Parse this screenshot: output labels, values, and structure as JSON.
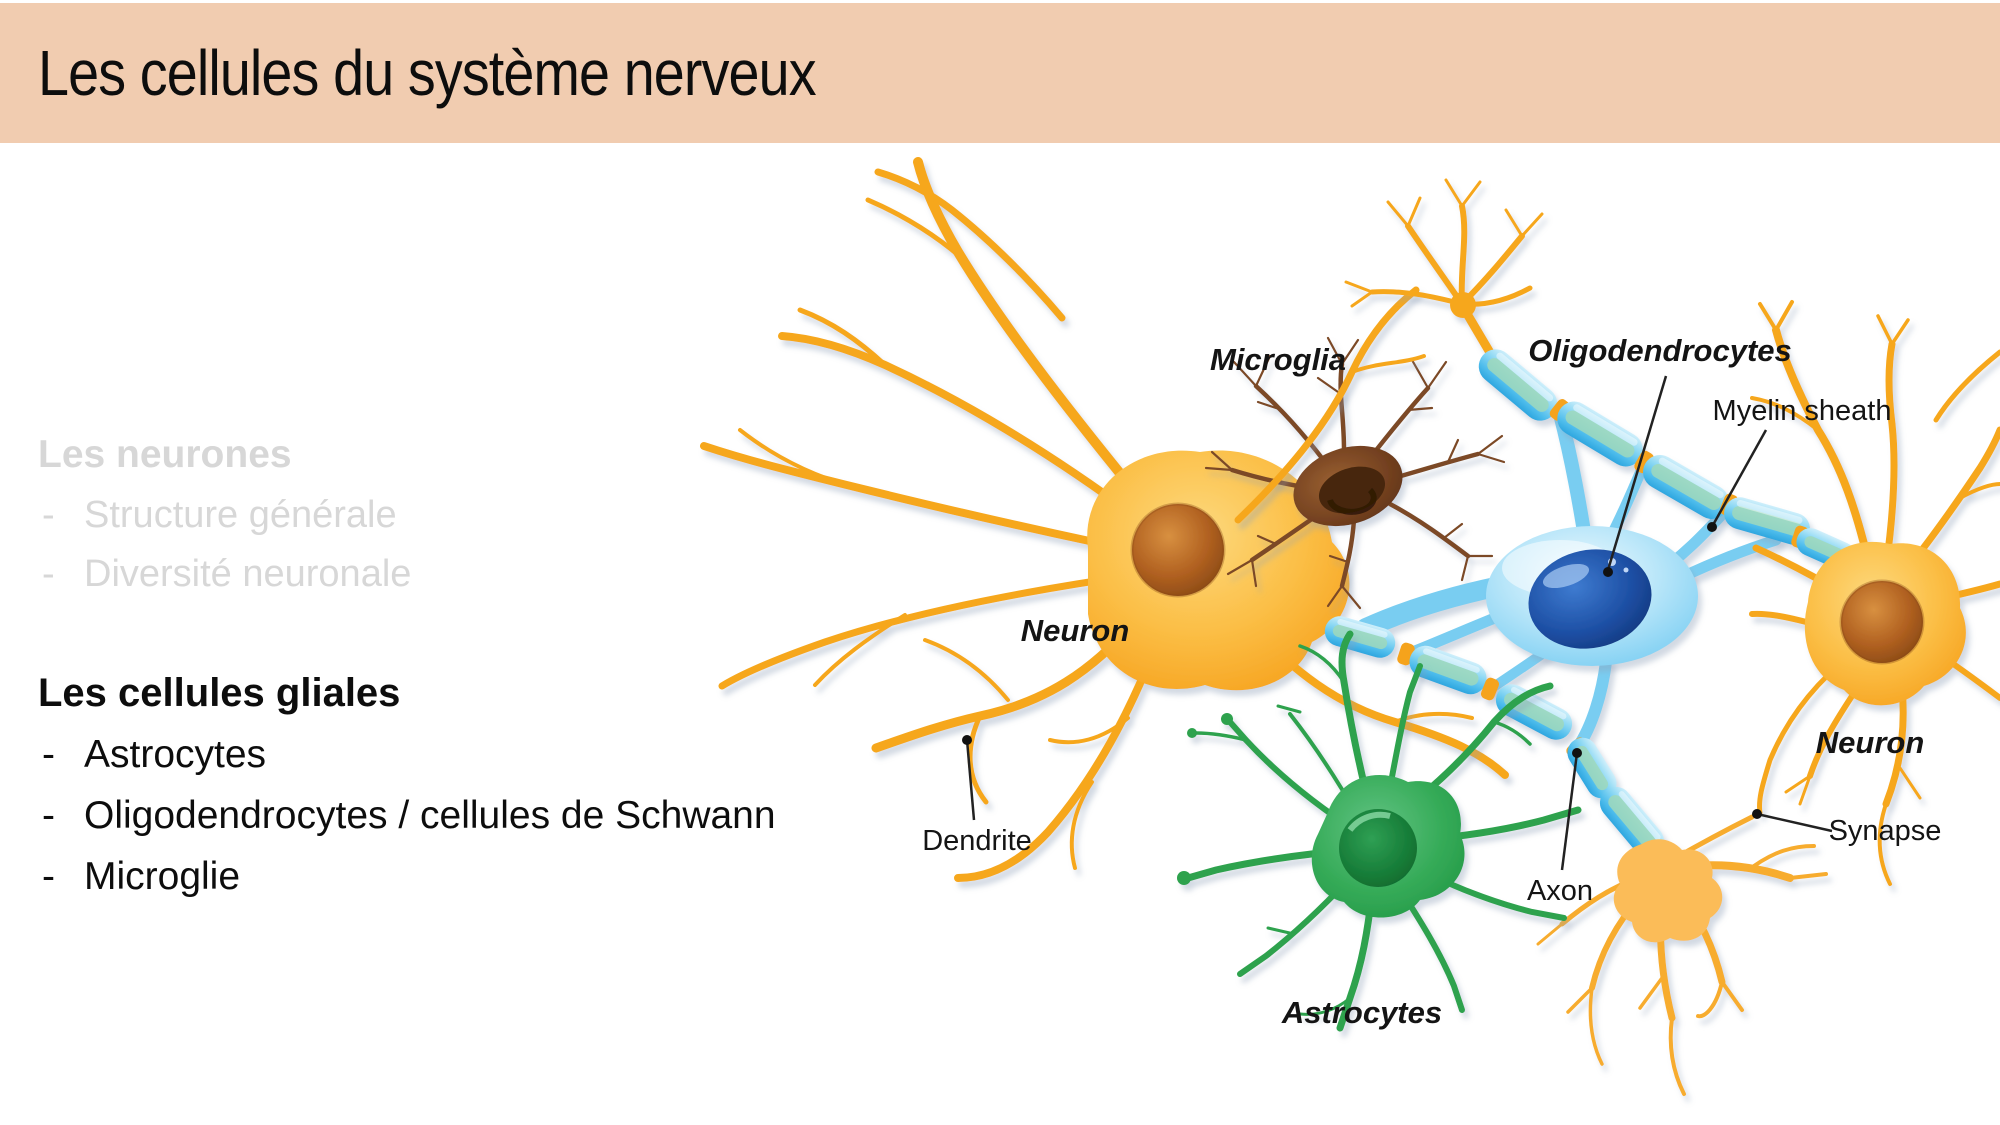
{
  "slide": {
    "title": "Les cellules du système nerveux",
    "bullet_char": "-",
    "sections": {
      "neurons": {
        "heading": "Les neurones",
        "items": [
          "Structure générale",
          "Diversité neuronale"
        ]
      },
      "glial": {
        "heading": "Les cellules gliales",
        "items": [
          "Astrocytes",
          "Oligodendrocytes / cellules de Schwann",
          "Microglie"
        ]
      }
    }
  },
  "diagram": {
    "labels": {
      "microglia": "Microglia",
      "oligodendrocytes": "Oligodendrocytes",
      "myelin_sheath": "Myelin sheath",
      "neuron_left": "Neuron",
      "neuron_right": "Neuron",
      "dendrite": "Dendrite",
      "axon": "Axon",
      "synapse": "Synapse",
      "astrocytes": "Astrocytes"
    },
    "colors": {
      "header_peach": "#F1CCB0",
      "muted_text_gray": "#D7D7D7",
      "text_black": "#0D0D0D",
      "neuron_orange": "#F6A71E",
      "nucleus_brown": "#B06020",
      "microglia_brown": "#7B4A25",
      "myelin_blue": "#4DBCEC",
      "oligodendrocyte_nucleus_blue": "#1D4FA4",
      "astrocyte_green": "#2DA24E",
      "pointer_black": "#222222"
    }
  }
}
